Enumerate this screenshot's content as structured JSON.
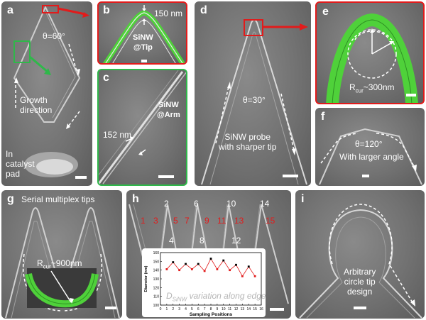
{
  "panel_a": {
    "label": "a",
    "angle": "θ=60°",
    "growth": "Growth\ndirection",
    "catalyst": "In\ncatalyst\npad"
  },
  "panel_b": {
    "label": "b",
    "width": "150 nm",
    "name": "SiNW\n@Tip"
  },
  "panel_c": {
    "label": "c",
    "width": "152 nm",
    "name": "SiNW\n@Arm"
  },
  "panel_d": {
    "label": "d",
    "angle": "θ=30°",
    "caption": "SiNW probe\nwith sharper tip"
  },
  "panel_e": {
    "label": "e",
    "radius_main": "R",
    "radius_sub": "cur",
    "radius_val": "~300nm"
  },
  "panel_f": {
    "label": "f",
    "angle": "θ=120°",
    "caption": "With larger angle"
  },
  "panel_g": {
    "label": "g",
    "title": "Serial multiplex tips",
    "radius_main": "R",
    "radius_sub": "cur",
    "radius_val": "~900nm"
  },
  "panel_h": {
    "label": "h",
    "top_numbers": [
      "2",
      "6",
      "10",
      "14"
    ],
    "bottom_numbers": [
      "4",
      "8",
      "12"
    ],
    "red_numbers": [
      "1",
      "3",
      "5",
      "7",
      "9",
      "11",
      "13",
      "15"
    ]
  },
  "panel_i": {
    "label": "i",
    "caption": "Arbitrary\ncircle tip\ndesign"
  },
  "colors": {
    "accent_red": "#e21b1b",
    "accent_green": "#2fb84a",
    "sem_gray": "#727272",
    "nanowire_green": "#4fd13a"
  },
  "chart_data": {
    "type": "line",
    "title": "",
    "inset_annotation": "D",
    "inset_annotation_sub": "SiNW",
    "inset_annotation_rest": " variation along edge",
    "xlabel": "Sampling Positions",
    "ylabel": "Diameter (nm)",
    "xlim": [
      0,
      16
    ],
    "ylim": [
      100,
      160
    ],
    "x_ticks": [
      "0",
      "1",
      "2",
      "3",
      "4",
      "5",
      "6",
      "7",
      "8",
      "9",
      "10",
      "11",
      "12",
      "13",
      "14",
      "15",
      "16"
    ],
    "y_ticks": [
      "100",
      "110",
      "120",
      "130",
      "140",
      "150",
      "160"
    ],
    "x": [
      1,
      2,
      3,
      4,
      5,
      6,
      7,
      8,
      9,
      10,
      11,
      12,
      13,
      14,
      15
    ],
    "values": [
      141,
      149,
      140,
      147,
      141,
      147,
      139,
      153,
      141,
      151,
      140,
      146,
      133,
      144,
      133
    ],
    "point_colors": [
      "red",
      "black",
      "red",
      "black",
      "red",
      "black",
      "red",
      "black",
      "red",
      "black",
      "red",
      "black",
      "red",
      "black",
      "red"
    ],
    "line_color": "#e21b1b"
  }
}
